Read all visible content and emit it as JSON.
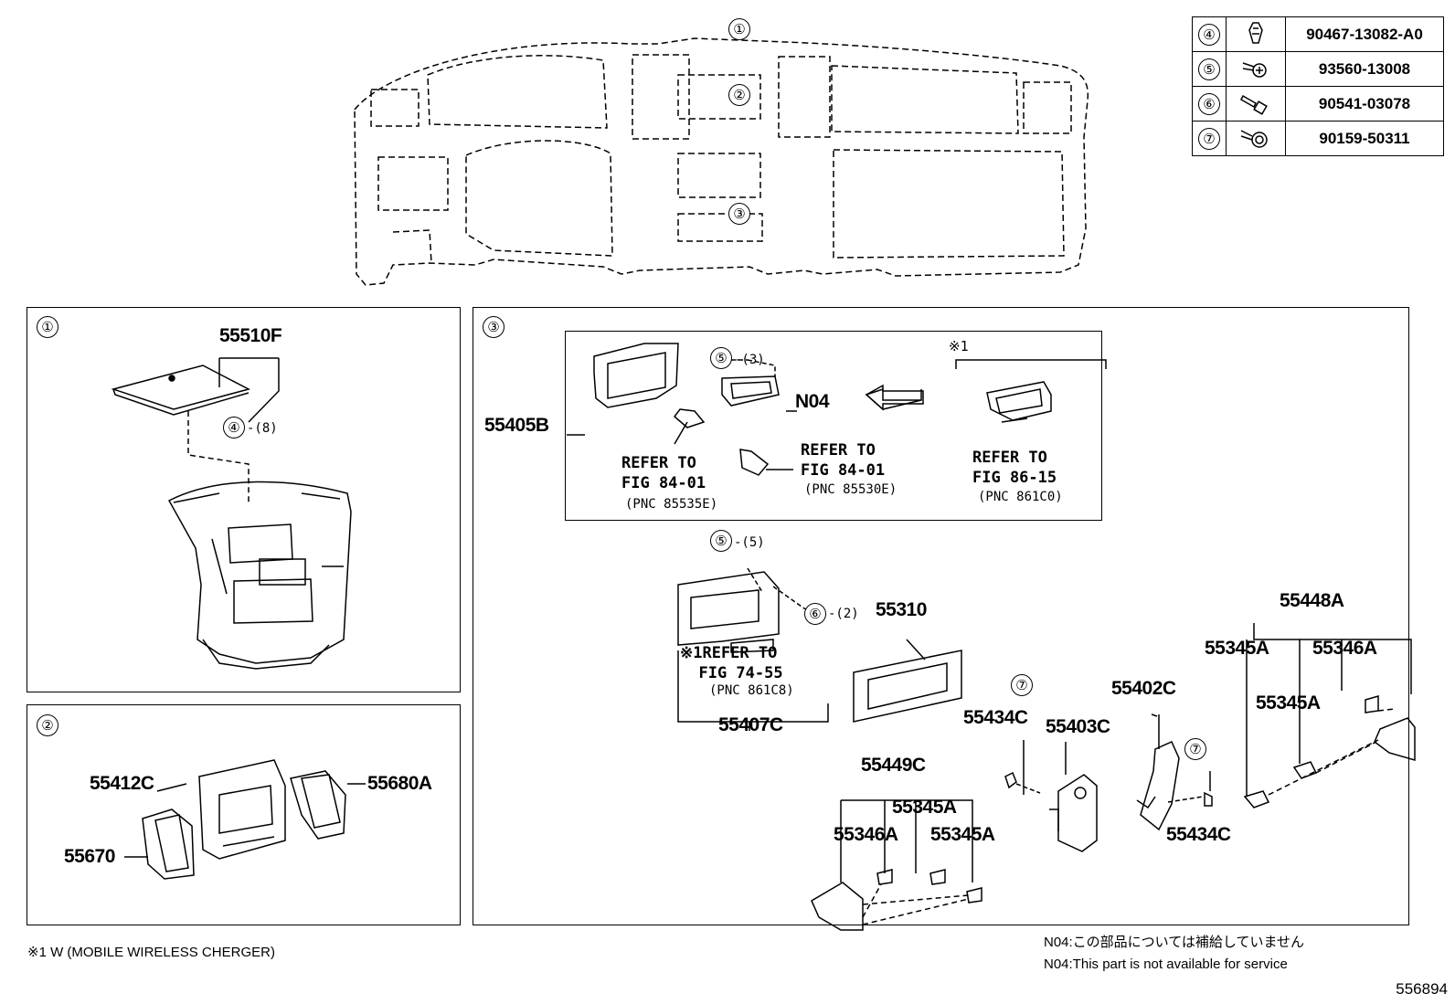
{
  "callouts": {
    "c1": "①",
    "c2": "②",
    "c3": "③",
    "c4": "④",
    "c5": "⑤",
    "c6": "⑥",
    "c7": "⑦"
  },
  "parts_table": [
    {
      "num": "4",
      "icon": "clip-icon",
      "part": "90467-13082-A0"
    },
    {
      "num": "5",
      "icon": "screw-icon",
      "part": "93560-13008"
    },
    {
      "num": "6",
      "icon": "bolt-icon",
      "part": "90541-03078"
    },
    {
      "num": "7",
      "icon": "screw-washer-icon",
      "part": "90159-50311"
    }
  ],
  "panel1": {
    "p55510F": "55510F",
    "q8": "-(8)"
  },
  "panel2": {
    "p55412C": "55412C",
    "p55680A": "55680A",
    "p55670": "55670"
  },
  "panel3": {
    "p55405B": "55405B",
    "q3": "-(3)",
    "n04": "N04",
    "note1": "※1",
    "ref1": "REFER TO\nFIG 84-01",
    "pnc1": "(PNC 85535E)",
    "ref2": "REFER TO\nFIG 84-01",
    "pnc2": "(PNC 85530E)",
    "ref3": "REFER TO\nFIG 86-15",
    "pnc3": "(PNC 861C0)",
    "q5": "-(5)",
    "q2": "-(2)",
    "ref4": "※1REFER TO\n  FIG 74-55",
    "pnc4": "(PNC 861C8)",
    "p55407C": "55407C",
    "p55310": "55310",
    "p55448A": "55448A",
    "p55345A_a": "55345A",
    "p55346A_a": "55346A",
    "p55345A_b": "55345A",
    "p55402C": "55402C",
    "p55434C_a": "55434C",
    "p55403C": "55403C",
    "p55434C_b": "55434C",
    "p55449C": "55449C",
    "p55345A_c": "55345A",
    "p55346A_b": "55346A",
    "p55345A_d": "55345A"
  },
  "footnote": "※1 W (MOBILE WIRELESS CHERGER)",
  "note_jp": "N04:この部品については補給していません",
  "note_en": "N04:This part is not available for service",
  "figure_number": "556894"
}
